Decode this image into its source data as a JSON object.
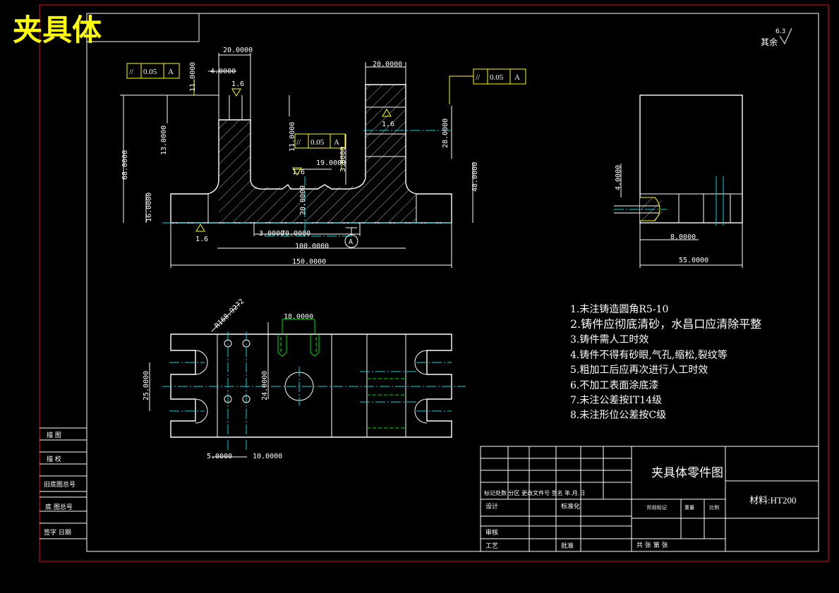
{
  "header": {
    "title": "夹具体"
  },
  "surface_finish_default": {
    "value": "6.3",
    "label": "其余"
  },
  "front_view": {
    "dims": {
      "d_top_left_20": "20.0000",
      "d_4": "4.0000",
      "d_11_a": "11.0000",
      "d_13": "13.0000",
      "d_68": "68.0000",
      "d_16": "16.0000",
      "d_top_right_20": "20.0000",
      "d_28": "28.0000",
      "d_48": "48.0000",
      "d_11_b": "11.0000",
      "d_19": "19.0000",
      "d_3": "3.0000",
      "d_20_inner": "20.0000",
      "d_3_bottom": "3.0000",
      "d_70": "70.0000",
      "d_100": "100.0000",
      "d_150": "150.0000"
    },
    "tolerance_frames": [
      {
        "symbol": "//",
        "value": "0.05",
        "datum": "A"
      },
      {
        "symbol": "//",
        "value": "0.05",
        "datum": "A"
      },
      {
        "symbol": "//",
        "value": "0.05",
        "datum": "A"
      }
    ],
    "roughness": [
      "1.6",
      "1.6",
      "1.6",
      "1.6"
    ],
    "datum": "A"
  },
  "side_view": {
    "dims": {
      "d_4": "4.0000",
      "d_8": "8.0000",
      "d_55": "55.0000"
    }
  },
  "top_view": {
    "dims": {
      "chamfer": "R168.92?2",
      "d_18": "18.0000",
      "d_25": "25.0000",
      "d_24": "24.0000",
      "d_5": "5.0000",
      "d_10": "10.0000"
    }
  },
  "notes": [
    "1.未注铸造圆角R5-10",
    "2.铸件应彻底清砂，水昌口应清除平整",
    "3.铸件需人工时效",
    "4.铸件不得有砂眼,气孔,缩松,裂纹等",
    "5.粗加工后应再次进行人工时效",
    "6.不加工表面涂底漆",
    "7.未注公差按IT14级",
    "8.未注形位公差按C级"
  ],
  "left_strip": [
    "描 图",
    "描 校",
    "旧底图总号",
    "底 图总号",
    "签字  日期"
  ],
  "title_block": {
    "part_name": "夹具体零件图",
    "material": "材料:HT200",
    "revision_row": "标记处数 分区 更改文件号 签名 年.月.日",
    "design": "设计",
    "standardize": "标准化",
    "review": "审核",
    "process": "工艺",
    "approve": "批准",
    "stage_mark": "阶段标记",
    "weight": "重量",
    "scale": "比例",
    "sheet_info": "共   张  第   张"
  }
}
